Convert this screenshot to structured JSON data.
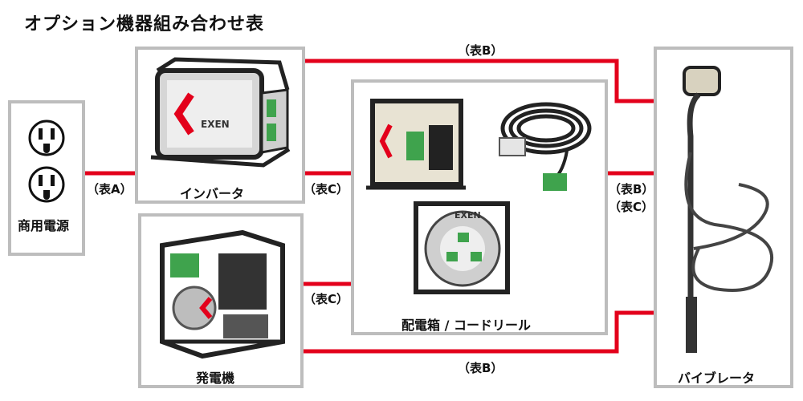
{
  "title": "オプション機器組み合わせ表",
  "nodes": {
    "commercial_power": "商用電源",
    "inverter": "インバータ",
    "generator": "発電機",
    "distribution": "配電箱 / コードリール",
    "vibrator": "バイブレータ"
  },
  "brand": "EXEN",
  "connections": {
    "power_inverter": "（表A）",
    "top_inverter_vibrator": "（表B）",
    "inverter_distribution": "（表C）",
    "generator_distribution": "（表C）",
    "distribution_vibrator_1": "（表B）",
    "distribution_vibrator_2": "（表C）",
    "bottom_generator_vibrator": "（表B）"
  },
  "colors": {
    "wire": "#e3001b",
    "box_border": "#bdbdbd",
    "accent_green": "#3fa34d"
  }
}
